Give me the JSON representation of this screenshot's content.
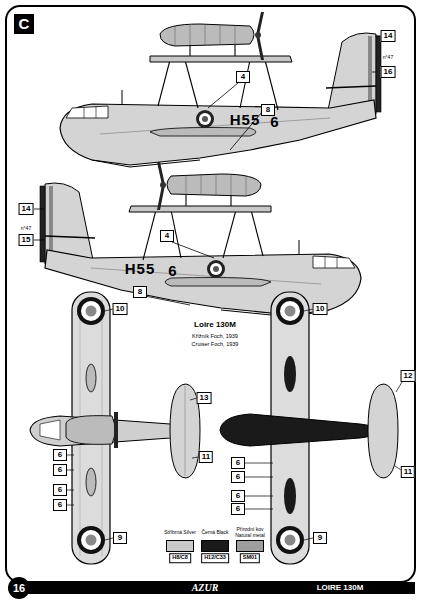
{
  "diagram": {
    "title": "Loire 130M",
    "labels": [
      "C",
      "14",
      "n°47",
      "16",
      "4",
      "8",
      "H55",
      "6",
      "14",
      "n°47",
      "15",
      "4",
      "8",
      "H55",
      "6",
      "Křižník Foch, 1939",
      "Cruiser Foch, 1939",
      "10",
      "13",
      "11",
      "6",
      "6",
      "6",
      "6",
      "9",
      "10",
      "12",
      "11",
      "6",
      "6",
      "6",
      "6",
      "9",
      "H8/C8",
      "H12/C33",
      "SM01",
      "16",
      "AZUR",
      "LOIRE 130M"
    ],
    "legend": [
      {
        "text": "Stříbrná Silver",
        "color": "#c9c9c9"
      },
      {
        "text": "Černá Black",
        "color": "#1a1a1a"
      },
      {
        "text": "Přírodní kov Natural metal",
        "color": "#9e9e9e"
      }
    ]
  }
}
